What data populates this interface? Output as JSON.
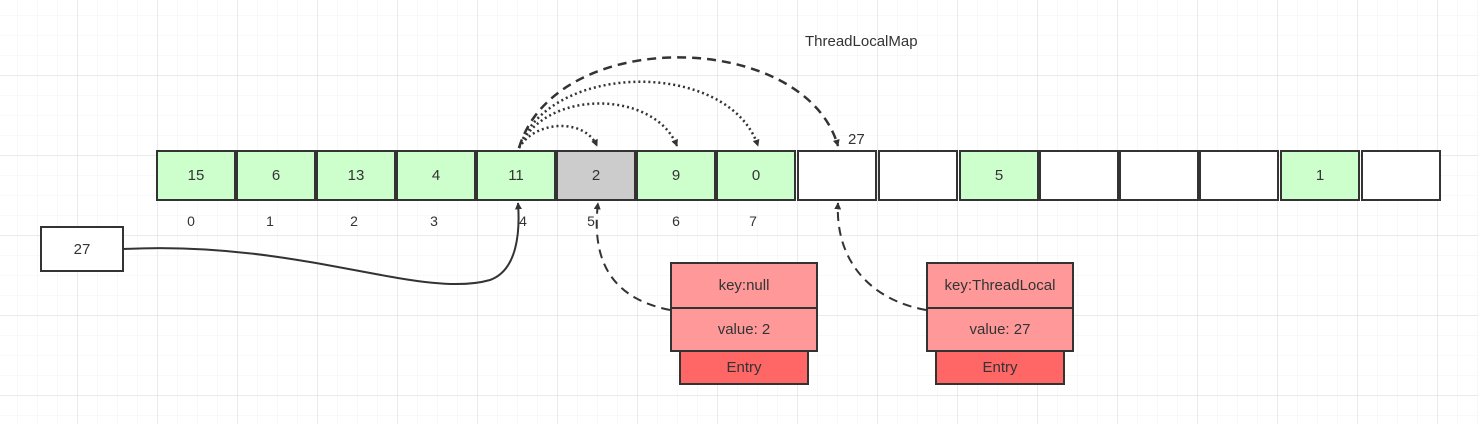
{
  "title": "ThreadLocalMap",
  "table": {
    "slots": [
      {
        "value": "15",
        "state": "filled"
      },
      {
        "value": "6",
        "state": "filled"
      },
      {
        "value": "13",
        "state": "filled"
      },
      {
        "value": "4",
        "state": "filled"
      },
      {
        "value": "11",
        "state": "filled"
      },
      {
        "value": "2",
        "state": "stale"
      },
      {
        "value": "9",
        "state": "filled"
      },
      {
        "value": "0",
        "state": "filled"
      },
      {
        "value": "",
        "state": "empty"
      },
      {
        "value": "",
        "state": "empty"
      },
      {
        "value": "5",
        "state": "filled"
      },
      {
        "value": "",
        "state": "empty"
      },
      {
        "value": "",
        "state": "empty"
      },
      {
        "value": "",
        "state": "empty"
      },
      {
        "value": "1",
        "state": "filled"
      },
      {
        "value": "",
        "state": "empty"
      }
    ],
    "indices": [
      "0",
      "1",
      "2",
      "3",
      "4",
      "5",
      "6",
      "7"
    ]
  },
  "new_key": "27",
  "insert_label": "27",
  "entries": [
    {
      "key": "key:null",
      "value": "value: 2",
      "class_name": "Entry"
    },
    {
      "key": "key:ThreadLocal",
      "value": "value: 27",
      "class_name": "Entry"
    }
  ],
  "colors": {
    "filled": "#ccffcc",
    "stale": "#cccccc",
    "empty": "#ffffff",
    "entry_field": "#ff9999",
    "entry_class": "#ff6666",
    "stroke": "#333333"
  }
}
